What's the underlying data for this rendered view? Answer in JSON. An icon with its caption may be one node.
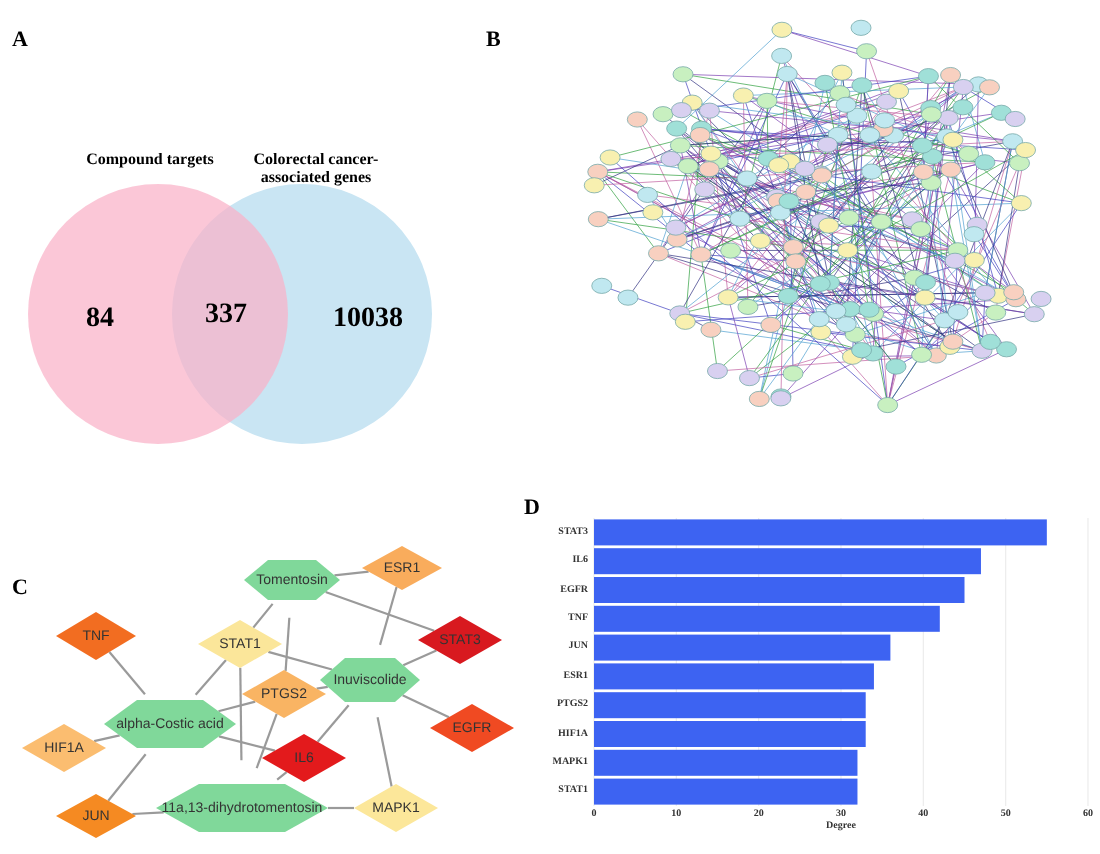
{
  "diagram": {
    "nodes": [
      {
        "text": [
          "Compound targets",
          "84"
        ]
      },
      {
        "text": [
          "Colorectal cancer-associated genes",
          "10038"
        ]
      },
      {
        "text": [
          "Tomentosin"
        ]
      },
      {
        "text": [
          "ESR1"
        ]
      },
      {
        "text": [
          "TNF"
        ]
      },
      {
        "text": [
          "STAT1"
        ]
      },
      {
        "text": [
          "STAT3"
        ]
      },
      {
        "text": [
          "Inuviscolide"
        ]
      },
      {
        "text": [
          "PTGS2"
        ]
      },
      {
        "text": [
          "alpha-Costic acid"
        ]
      },
      {
        "text": [
          "EGFR"
        ]
      },
      {
        "text": [
          "HIF1A"
        ]
      },
      {
        "text": [
          "IL6"
        ]
      },
      {
        "text": [
          "JUN"
        ]
      },
      {
        "text": [
          "11a,13-dihydrotomentosin"
        ]
      },
      {
        "text": [
          "MAPK1"
        ]
      }
    ],
    "edges": [
      {
        "from": 2,
        "to": 3,
        "arrow": "none"
      },
      {
        "from": 2,
        "to": 6,
        "arrow": "none"
      },
      {
        "from": 2,
        "to": 5,
        "arrow": "none"
      },
      {
        "from": 2,
        "to": 8,
        "arrow": "none"
      },
      {
        "from": 5,
        "to": 7,
        "arrow": "none"
      },
      {
        "from": 5,
        "to": 9,
        "arrow": "none"
      },
      {
        "from": 5,
        "to": 14,
        "arrow": "none"
      },
      {
        "from": 3,
        "to": 7,
        "arrow": "none"
      },
      {
        "from": 6,
        "to": 7,
        "arrow": "none"
      },
      {
        "from": 4,
        "to": 9,
        "arrow": "none"
      },
      {
        "from": 7,
        "to": 8,
        "arrow": "none"
      },
      {
        "from": 7,
        "to": 10,
        "arrow": "none"
      },
      {
        "from": 7,
        "to": 12,
        "arrow": "none"
      },
      {
        "from": 7,
        "to": 15,
        "arrow": "none"
      },
      {
        "from": 9,
        "to": 8,
        "arrow": "none"
      },
      {
        "from": 9,
        "to": 11,
        "arrow": "none"
      },
      {
        "from": 9,
        "to": 12,
        "arrow": "none"
      },
      {
        "from": 9,
        "to": 13,
        "arrow": "none"
      },
      {
        "from": 8,
        "to": 14,
        "arrow": "none"
      },
      {
        "from": 12,
        "to": 14,
        "arrow": "none"
      },
      {
        "from": 14,
        "to": 15,
        "arrow": "none"
      },
      {
        "from": 13,
        "to": 14,
        "arrow": "none"
      }
    ],
    "labels": [
      "A",
      "B",
      "337",
      "C",
      "D"
    ],
    "chart_data": {
      "type": "bar",
      "orientation": "horizontal",
      "xlabel": "Degree",
      "categories": [
        "STAT3",
        "IL6",
        "EGFR",
        "TNF",
        "JUN",
        "ESR1",
        "PTGS2",
        "HIF1A",
        "MAPK1",
        "STAT1"
      ],
      "series": [
        {
          "color": "#3d63f2",
          "values": [
            55,
            47,
            45,
            42,
            36,
            34,
            33,
            33,
            32,
            32
          ]
        }
      ],
      "xticks": [
        0,
        10,
        20,
        30,
        40,
        50,
        60
      ],
      "xlim": [
        0,
        60
      ],
      "grid": true
    }
  }
}
